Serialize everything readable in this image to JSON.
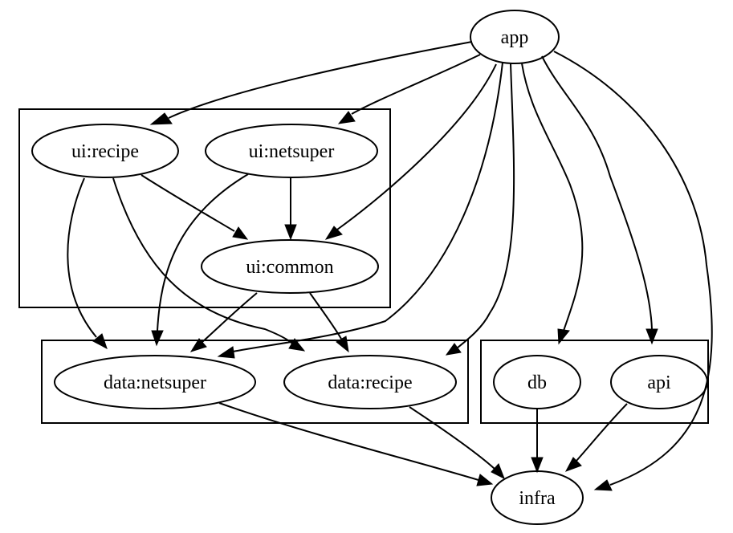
{
  "diagram": {
    "type": "directed-graph",
    "nodes": [
      {
        "id": "app",
        "label": "app"
      },
      {
        "id": "ui_recipe",
        "label": "ui:recipe"
      },
      {
        "id": "ui_netsuper",
        "label": "ui:netsuper"
      },
      {
        "id": "ui_common",
        "label": "ui:common"
      },
      {
        "id": "data_netsuper",
        "label": "data:netsuper"
      },
      {
        "id": "data_recipe",
        "label": "data:recipe"
      },
      {
        "id": "db",
        "label": "db"
      },
      {
        "id": "api",
        "label": "api"
      },
      {
        "id": "infra",
        "label": "infra"
      }
    ],
    "edges": [
      {
        "from": "app",
        "to": "ui_recipe"
      },
      {
        "from": "app",
        "to": "ui_netsuper"
      },
      {
        "from": "app",
        "to": "ui_common"
      },
      {
        "from": "app",
        "to": "data_netsuper"
      },
      {
        "from": "app",
        "to": "data_recipe"
      },
      {
        "from": "app",
        "to": "db"
      },
      {
        "from": "app",
        "to": "api"
      },
      {
        "from": "app",
        "to": "infra"
      },
      {
        "from": "ui_recipe",
        "to": "ui_common"
      },
      {
        "from": "ui_recipe",
        "to": "data_netsuper"
      },
      {
        "from": "ui_recipe",
        "to": "data_recipe"
      },
      {
        "from": "ui_netsuper",
        "to": "ui_common"
      },
      {
        "from": "ui_netsuper",
        "to": "data_netsuper"
      },
      {
        "from": "ui_common",
        "to": "data_netsuper"
      },
      {
        "from": "ui_common",
        "to": "data_recipe"
      },
      {
        "from": "data_netsuper",
        "to": "infra"
      },
      {
        "from": "data_recipe",
        "to": "infra"
      },
      {
        "from": "db",
        "to": "infra"
      },
      {
        "from": "api",
        "to": "infra"
      }
    ],
    "clusters": [
      {
        "id": "ui",
        "members": [
          "ui_recipe",
          "ui_netsuper",
          "ui_common"
        ]
      },
      {
        "id": "data",
        "members": [
          "data_netsuper",
          "data_recipe"
        ]
      },
      {
        "id": "infra_group",
        "members": [
          "db",
          "api"
        ]
      }
    ]
  }
}
